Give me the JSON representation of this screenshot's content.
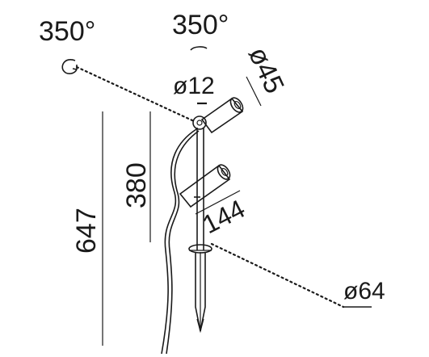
{
  "labels": {
    "rotation_left": "350°",
    "rotation_top": "350°",
    "diameter_stem": "ø12",
    "diameter_head": "ø45",
    "height_upper": "380",
    "height_total": "647",
    "spacing": "144",
    "diameter_base": "ø64"
  },
  "colors": {
    "stroke": "#1a1a1a",
    "background": "#ffffff"
  }
}
